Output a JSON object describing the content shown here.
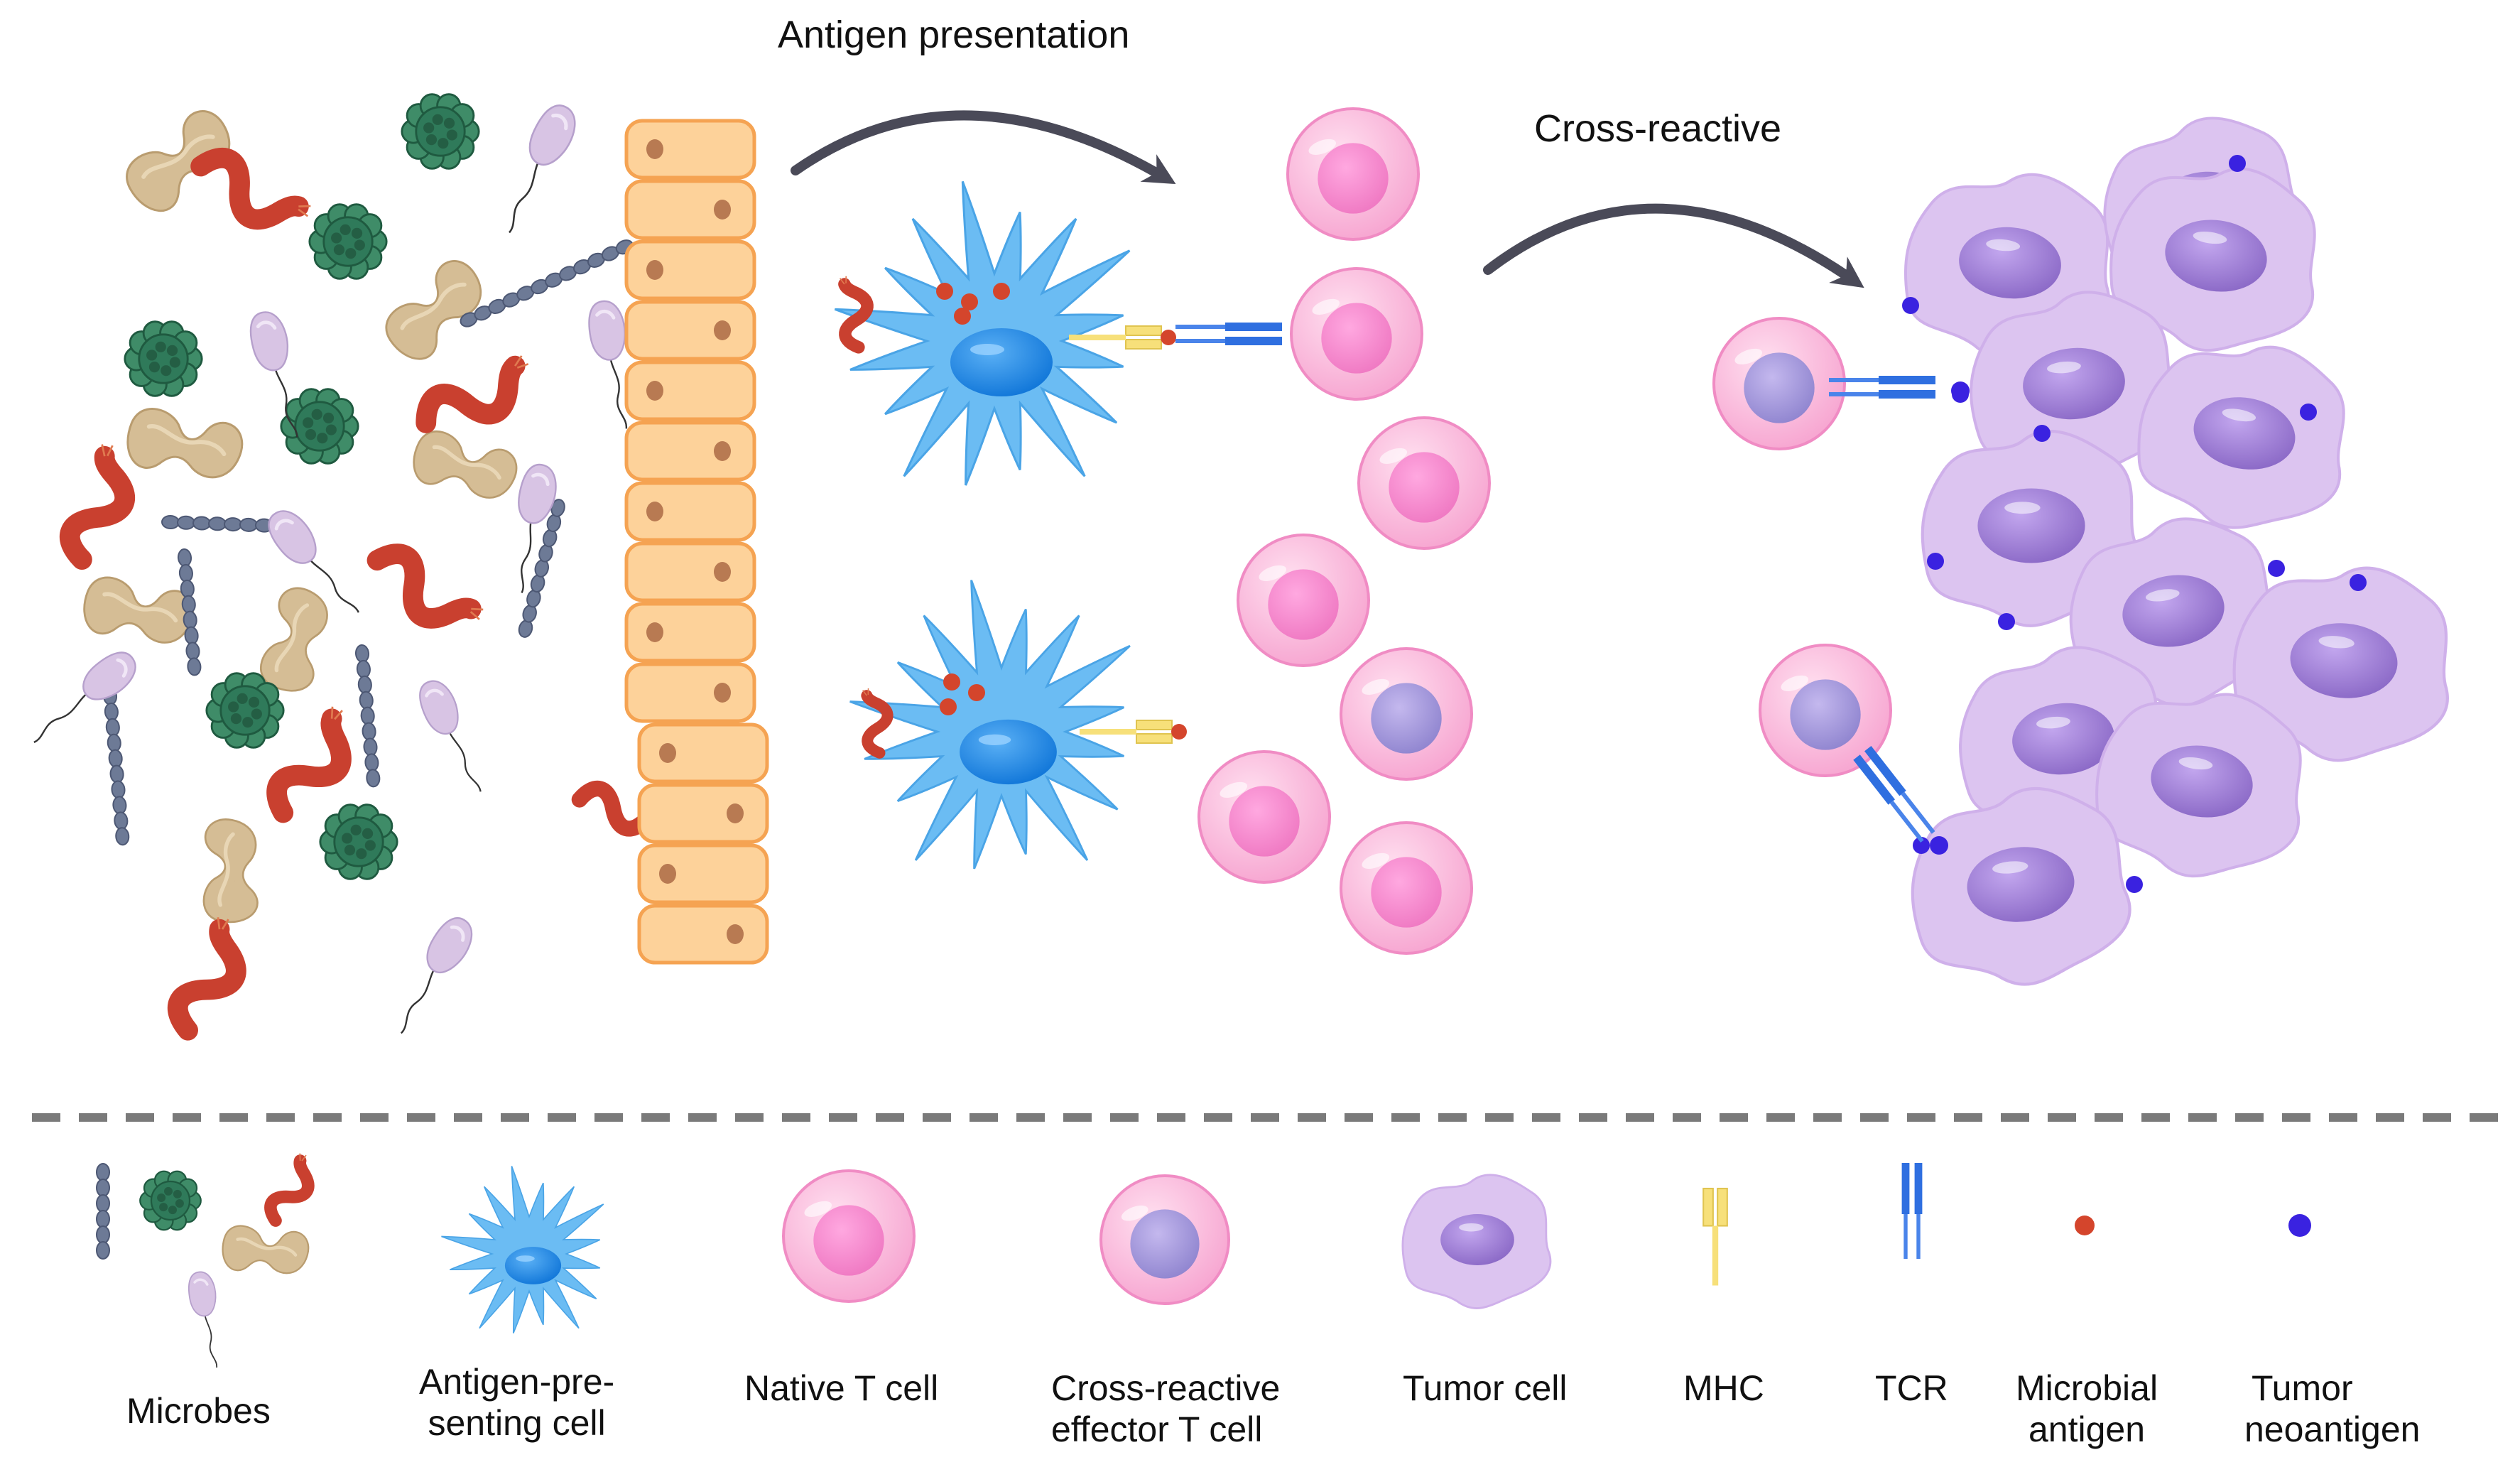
{
  "annotations": {
    "antigen_presentation": "Antigen presentation",
    "cross_reactive": "Cross-reactive"
  },
  "legend": {
    "microbes": "Microbes",
    "apc_line1": "Antigen-pre-",
    "apc_line2": "senting cell",
    "native_t": "Native T cell",
    "effector_line1": "Cross-reactive",
    "effector_line2": "effector T cell",
    "tumor_cell": "Tumor cell",
    "mhc": "MHC",
    "tcr": "TCR",
    "microbial_line1": "Microbial",
    "microbial_line2": "antigen",
    "neo_line1": "Tumor",
    "neo_line2": "neoantigen"
  },
  "colors": {
    "rod_bacteria": "#d5bd95",
    "spiral_bacteria": "#c9402f",
    "virus": "#2f7a5a",
    "chain_bacteria": "#6d7a96",
    "flagellate": "#d8c4e4",
    "epithelium_fill": "#fdd29a",
    "epithelium_border": "#f5a352",
    "apc": "#6bbcf3",
    "apc_nucleus": "#1b86e6",
    "t_cell": "#f7a8d2",
    "t_cell_nucleus": "#f07ec6",
    "effector_nucleus": "#9c90d6",
    "tumor_cell": "#dcc4f0",
    "tumor_nucleus": "#9a7ad2",
    "mhc": "#f7e07a",
    "tcr": "#2f6fe0",
    "microbial_antigen": "#d4452c",
    "tumor_neoantigen": "#3a22e0",
    "arrow": "#4a4a58",
    "divider": "#7a7a7a"
  }
}
